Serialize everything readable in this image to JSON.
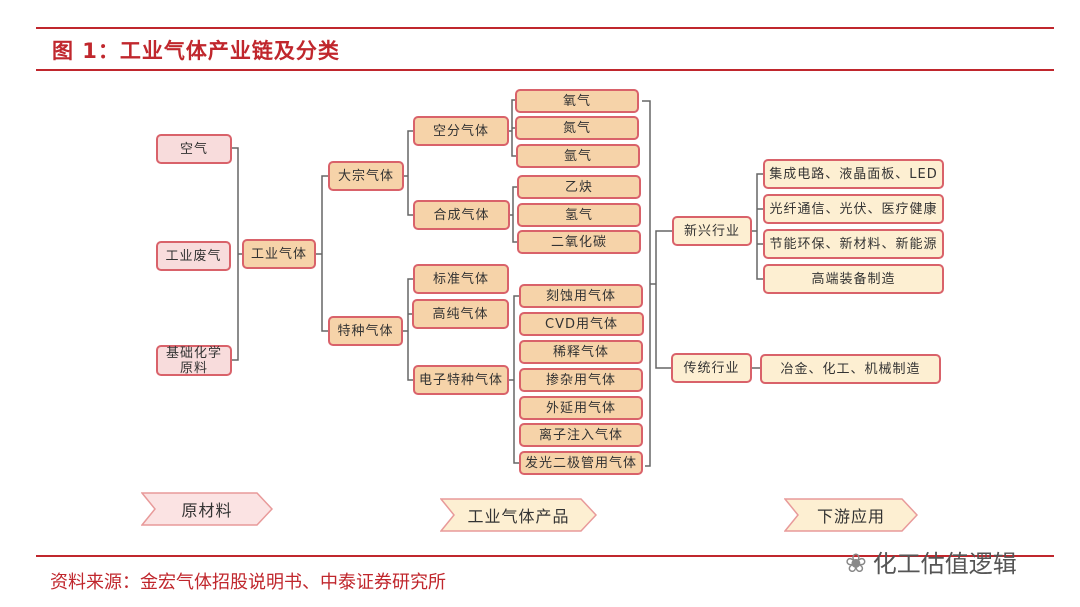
{
  "title": "图 1：工业气体产业链及分类",
  "source": "资料来源：金宏气体招股说明书、中泰证券研究所",
  "watermark": "化工估值逻辑",
  "raw_materials": [
    "空气",
    "工业废气",
    "基础化学原料"
  ],
  "center": "工业气体",
  "categories": [
    "大宗气体",
    "特种气体"
  ],
  "subcategories": [
    "空分气体",
    "合成气体",
    "标准气体",
    "高纯气体",
    "电子特种气体"
  ],
  "air_gases": [
    "氧气",
    "氮气",
    "氩气"
  ],
  "synthetic_gases": [
    "乙炔",
    "氢气",
    "二氧化碳"
  ],
  "electronic_gases": [
    "刻蚀用气体",
    "CVD用气体",
    "稀释气体",
    "掺杂用气体",
    "外延用气体",
    "离子注入气体",
    "发光二极管用气体"
  ],
  "industries": [
    "新兴行业",
    "传统行业"
  ],
  "emerging_apps": [
    "集成电路、液晶面板、LED",
    "光纤通信、光伏、医疗健康",
    "节能环保、新材料、新能源",
    "高端装备制造"
  ],
  "traditional_apps": [
    "冶金、化工、机械制造"
  ],
  "stages": [
    "原材料",
    "工业气体产品",
    "下游应用"
  ],
  "colors": {
    "accent": "#c0272d",
    "border": "#d9626a",
    "pink": "#f8dcdc",
    "orange": "#f6d3a9",
    "light": "#fdefd2"
  }
}
